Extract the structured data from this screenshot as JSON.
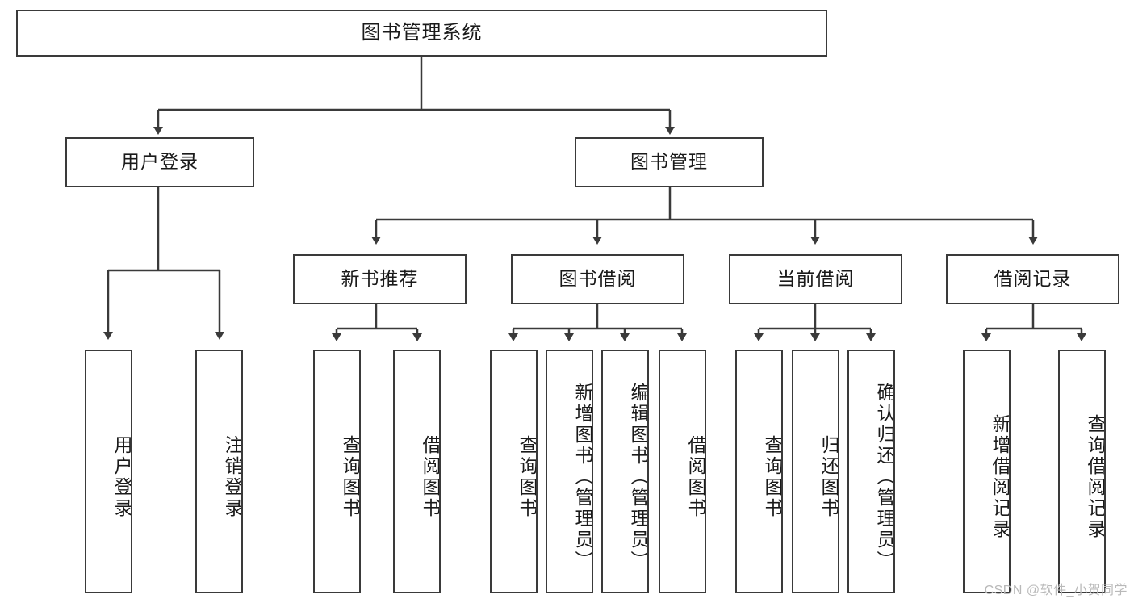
{
  "diagram": {
    "title": "图书管理系统",
    "type": "tree-hierarchy-diagram",
    "colors": {
      "box_border": "#3a3a3a",
      "box_fill": "#ffffff",
      "connector": "#3a3a3a",
      "text": "#1a1a1a",
      "watermark": "#b9b9b9",
      "background": "#ffffff"
    },
    "root": {
      "label": "图书管理系统"
    },
    "level2": [
      {
        "label": "用户登录"
      },
      {
        "label": "图书管理"
      }
    ],
    "level3": [
      {
        "label": "新书推荐"
      },
      {
        "label": "图书借阅"
      },
      {
        "label": "当前借阅"
      },
      {
        "label": "借阅记录"
      }
    ],
    "leaves": {
      "user_login": [
        {
          "label": "用户登录"
        },
        {
          "label": "注销登录"
        }
      ],
      "new_book_recommend": [
        {
          "label": "查询图书"
        },
        {
          "label": "借阅图书"
        }
      ],
      "book_borrow": [
        {
          "label": "查询图书"
        },
        {
          "label": "新增图书（管理员）"
        },
        {
          "label": "编辑图书（管理员）"
        },
        {
          "label": "借阅图书"
        }
      ],
      "current_borrow": [
        {
          "label": "查询图书"
        },
        {
          "label": "归还图书"
        },
        {
          "label": "确认归还（管理员）"
        }
      ],
      "borrow_record": [
        {
          "label": "新增借阅记录"
        },
        {
          "label": "查询借阅记录"
        }
      ]
    }
  },
  "watermark": {
    "text": "CSDN @软件_小贺同学"
  }
}
